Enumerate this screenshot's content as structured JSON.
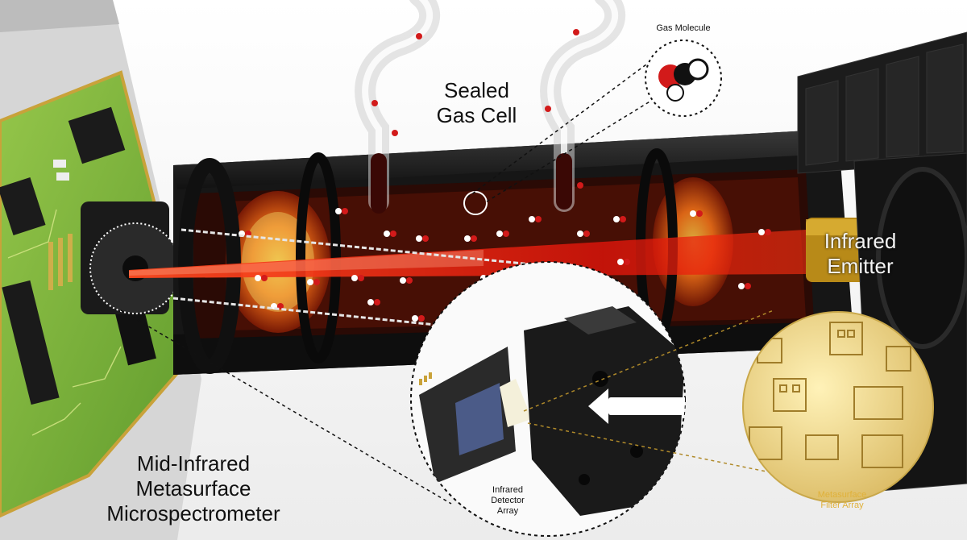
{
  "labels": {
    "gas_molecule": "Gas Molecule",
    "sealed_gas_cell": [
      "Sealed",
      "Gas Cell"
    ],
    "infrared_emitter": [
      "Infrared",
      "Emitter"
    ],
    "microspectrometer": [
      "Mid-Infrared",
      "Metasurface",
      "Microspectrometer"
    ],
    "detector_array": [
      "Infrared",
      "Detector",
      "Array"
    ],
    "filter_array": [
      "Metasurface",
      "Filter Array"
    ]
  },
  "colors": {
    "tube": "#1b1b1b",
    "beam": "#ff2a10",
    "glow": "#ff7a1a",
    "pcb": "#7fb53a",
    "gold": "#e9d28a",
    "label_gold": "#e0b13a"
  }
}
